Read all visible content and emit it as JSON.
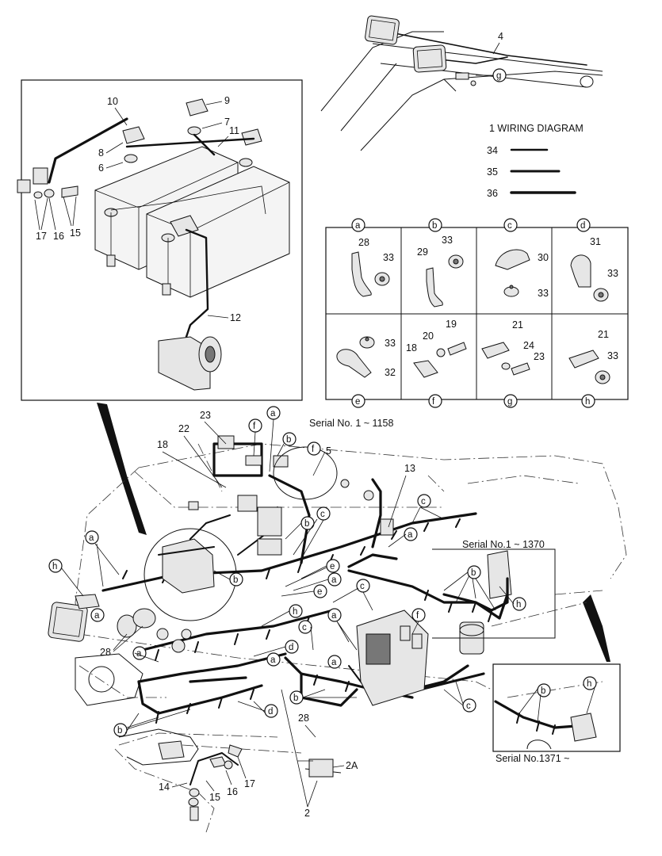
{
  "diagram": {
    "header_labels": {
      "wiring_diagram": "1   WIRING DIAGRAM",
      "ties": [
        "34",
        "35",
        "36"
      ],
      "boom_label": "4",
      "boom_clamp": "g"
    },
    "battery_inset": {
      "labels": [
        "10",
        "9",
        "7",
        "8",
        "11",
        "6",
        "17",
        "16",
        "15",
        "12"
      ]
    },
    "clamp_table": {
      "cells": [
        {
          "key": "a",
          "parts": [
            "28",
            "33"
          ]
        },
        {
          "key": "b",
          "parts": [
            "33",
            "29"
          ]
        },
        {
          "key": "c",
          "parts": [
            "30",
            "33"
          ]
        },
        {
          "key": "d",
          "parts": [
            "31",
            "33"
          ]
        },
        {
          "key": "e",
          "parts": [
            "33",
            "32"
          ]
        },
        {
          "key": "f",
          "parts": [
            "20",
            "19",
            "18"
          ]
        },
        {
          "key": "g",
          "parts": [
            "21",
            "24",
            "23"
          ]
        },
        {
          "key": "h",
          "parts": [
            "21",
            "33"
          ]
        }
      ]
    },
    "serial_notes": [
      "Serial No. 1 ~ 1158",
      "Serial No.1 ~ 1370",
      "Serial No.1371 ~"
    ],
    "main_labels": {
      "numbers": [
        "23",
        "22",
        "18",
        "5",
        "13",
        "28",
        "28",
        "2A",
        "2",
        "14",
        "15",
        "16",
        "17"
      ],
      "letters": [
        "a",
        "f",
        "b",
        "f",
        "c",
        "b",
        "c",
        "a",
        "h",
        "a",
        "e",
        "a",
        "e",
        "b",
        "h",
        "c",
        "a",
        "f",
        "a",
        "d",
        "a",
        "c",
        "b",
        "b",
        "d",
        "c",
        "a",
        "a",
        "b",
        "h",
        "b",
        "h"
      ]
    }
  }
}
